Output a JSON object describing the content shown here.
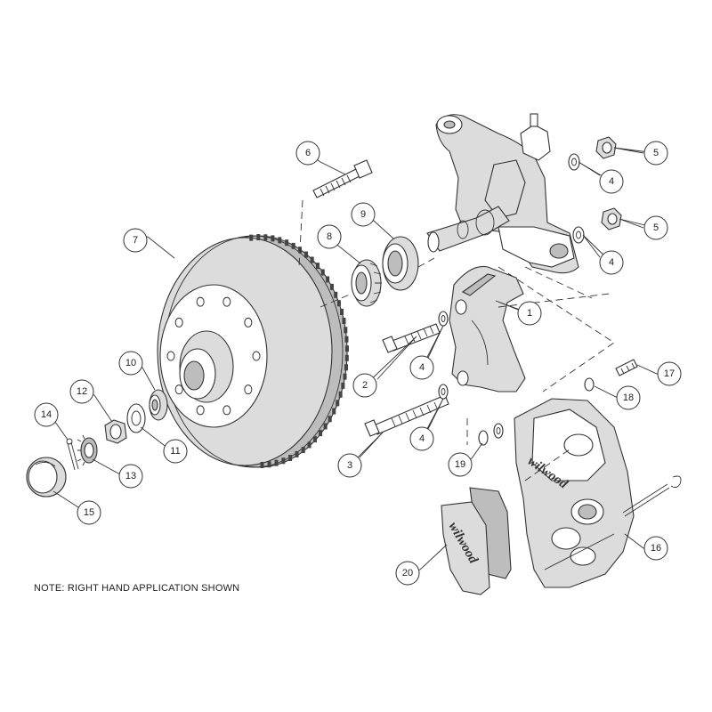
{
  "note": "NOTE: RIGHT HAND APPLICATION SHOWN",
  "brand": "wilwood",
  "callouts": [
    {
      "id": "c1",
      "label": "1"
    },
    {
      "id": "c2",
      "label": "2"
    },
    {
      "id": "c3",
      "label": "3"
    },
    {
      "id": "c4a",
      "label": "4"
    },
    {
      "id": "c4b",
      "label": "4"
    },
    {
      "id": "c4c",
      "label": "4"
    },
    {
      "id": "c4d",
      "label": "4"
    },
    {
      "id": "c5a",
      "label": "5"
    },
    {
      "id": "c5b",
      "label": "5"
    },
    {
      "id": "c6",
      "label": "6"
    },
    {
      "id": "c7",
      "label": "7"
    },
    {
      "id": "c8",
      "label": "8"
    },
    {
      "id": "c9",
      "label": "9"
    },
    {
      "id": "c10",
      "label": "10"
    },
    {
      "id": "c11",
      "label": "11"
    },
    {
      "id": "c12",
      "label": "12"
    },
    {
      "id": "c13",
      "label": "13"
    },
    {
      "id": "c14",
      "label": "14"
    },
    {
      "id": "c15",
      "label": "15"
    },
    {
      "id": "c16",
      "label": "16"
    },
    {
      "id": "c17",
      "label": "17"
    },
    {
      "id": "c18",
      "label": "18"
    },
    {
      "id": "c19",
      "label": "19"
    },
    {
      "id": "c20",
      "label": "20"
    }
  ]
}
